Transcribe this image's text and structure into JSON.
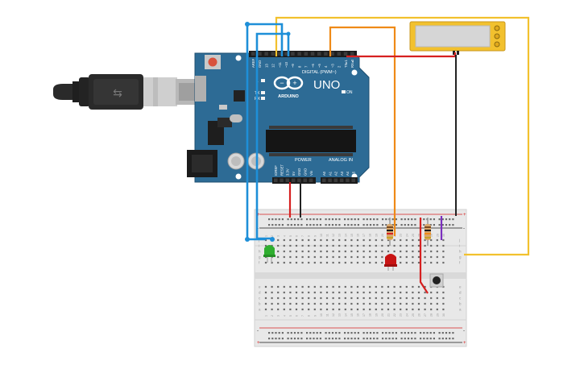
{
  "board": {
    "model": "UNO",
    "brand": "ARDUINO",
    "digital_header": "DIGITAL (PWM~)",
    "power_header": "POWER",
    "analog_header": "ANALOG IN",
    "on_label": "ON",
    "l_label": "L",
    "tx_label": "TX",
    "rx_label": "RX",
    "digital_pins": [
      "AREF",
      "GND",
      "13",
      "12",
      "~11",
      "~10",
      "~9",
      "8",
      "7",
      "~6",
      "~5",
      "4",
      "~3",
      "2",
      "TX▸1",
      "RX◂0"
    ],
    "power_pins": [
      "IOREF",
      "RESET",
      "3.3V",
      "5V",
      "GND",
      "GND",
      "Vin"
    ],
    "analog_pins": [
      "A0",
      "A1",
      "A2",
      "A3",
      "A4",
      "A5"
    ]
  },
  "breadboard": {
    "row_letters_top": [
      "j",
      "i",
      "h",
      "g",
      "f"
    ],
    "row_letters_bottom": [
      "e",
      "d",
      "c",
      "b",
      "a"
    ],
    "column_numbers": [
      "1",
      "2",
      "3",
      "4",
      "5",
      "6",
      "7",
      "8",
      "9",
      "10",
      "11",
      "12",
      "13",
      "14",
      "15",
      "16",
      "17",
      "18",
      "19",
      "20",
      "21",
      "22",
      "23",
      "24",
      "25",
      "26",
      "27",
      "28",
      "29",
      "30"
    ],
    "plus_label": "+",
    "minus_label": "-"
  },
  "colors": {
    "board": "#2d6b95",
    "wire_yellow": "#f2c12e",
    "wire_orange": "#ef8a17",
    "wire_blue": "#1e8fd8",
    "wire_red": "#d62020",
    "wire_black": "#222222",
    "wire_purple": "#7b2fbf",
    "led_green": "#2fae2f",
    "led_red": "#c81414"
  }
}
